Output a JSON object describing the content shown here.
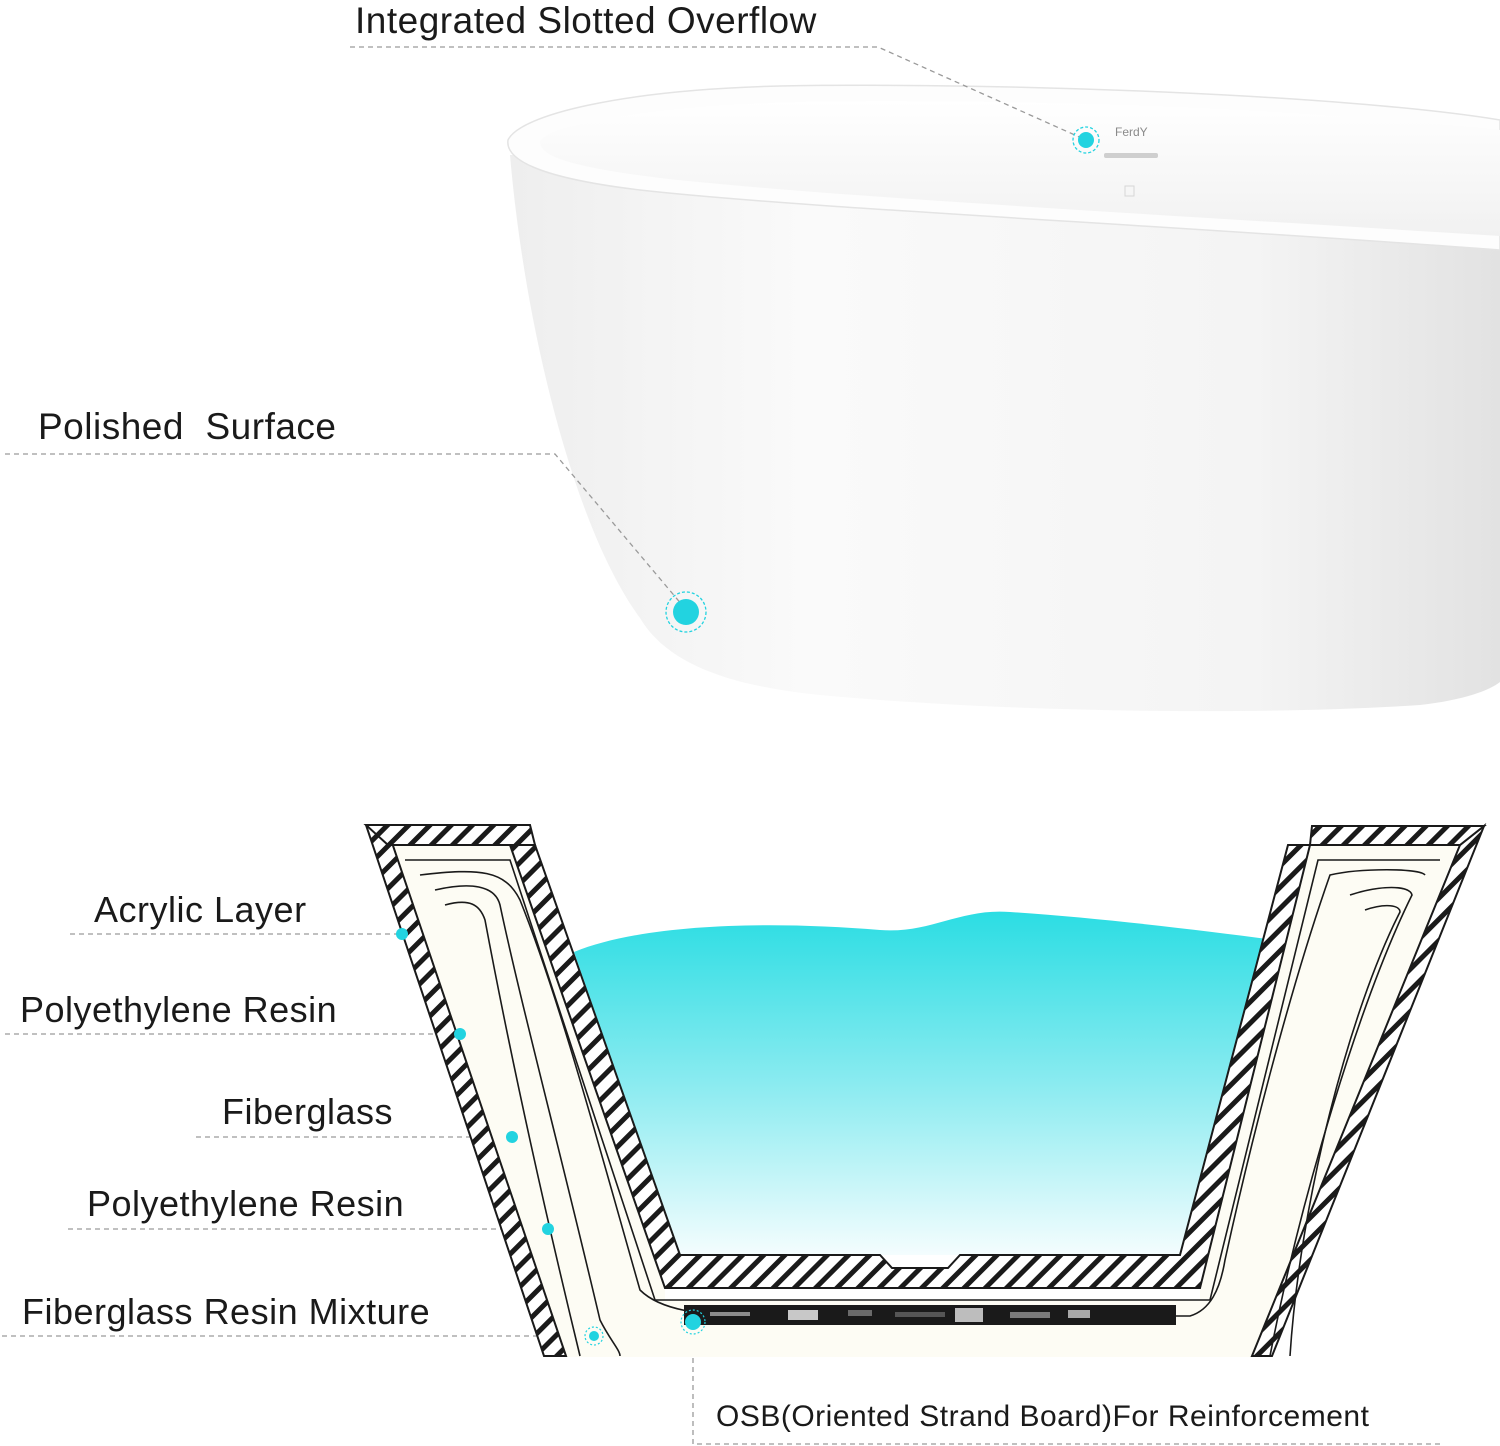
{
  "labels": {
    "overflow": "Integrated Slotted Overflow",
    "surface": "Polished  Surface",
    "acrylic": "Acrylic Layer",
    "resin1": "Polyethylene Resin",
    "fiberglass": "Fiberglass",
    "resin2": "Polyethylene Resin",
    "mixture": "Fiberglass Resin Mixture",
    "osb": "OSB(Oriented Strand Board)For Reinforcement"
  },
  "brand": "FerdY",
  "colors": {
    "accent": "#22d3e0",
    "water_top": "#2bdde3",
    "leader": "#9a9a9a",
    "outline": "#1a1a1a"
  }
}
